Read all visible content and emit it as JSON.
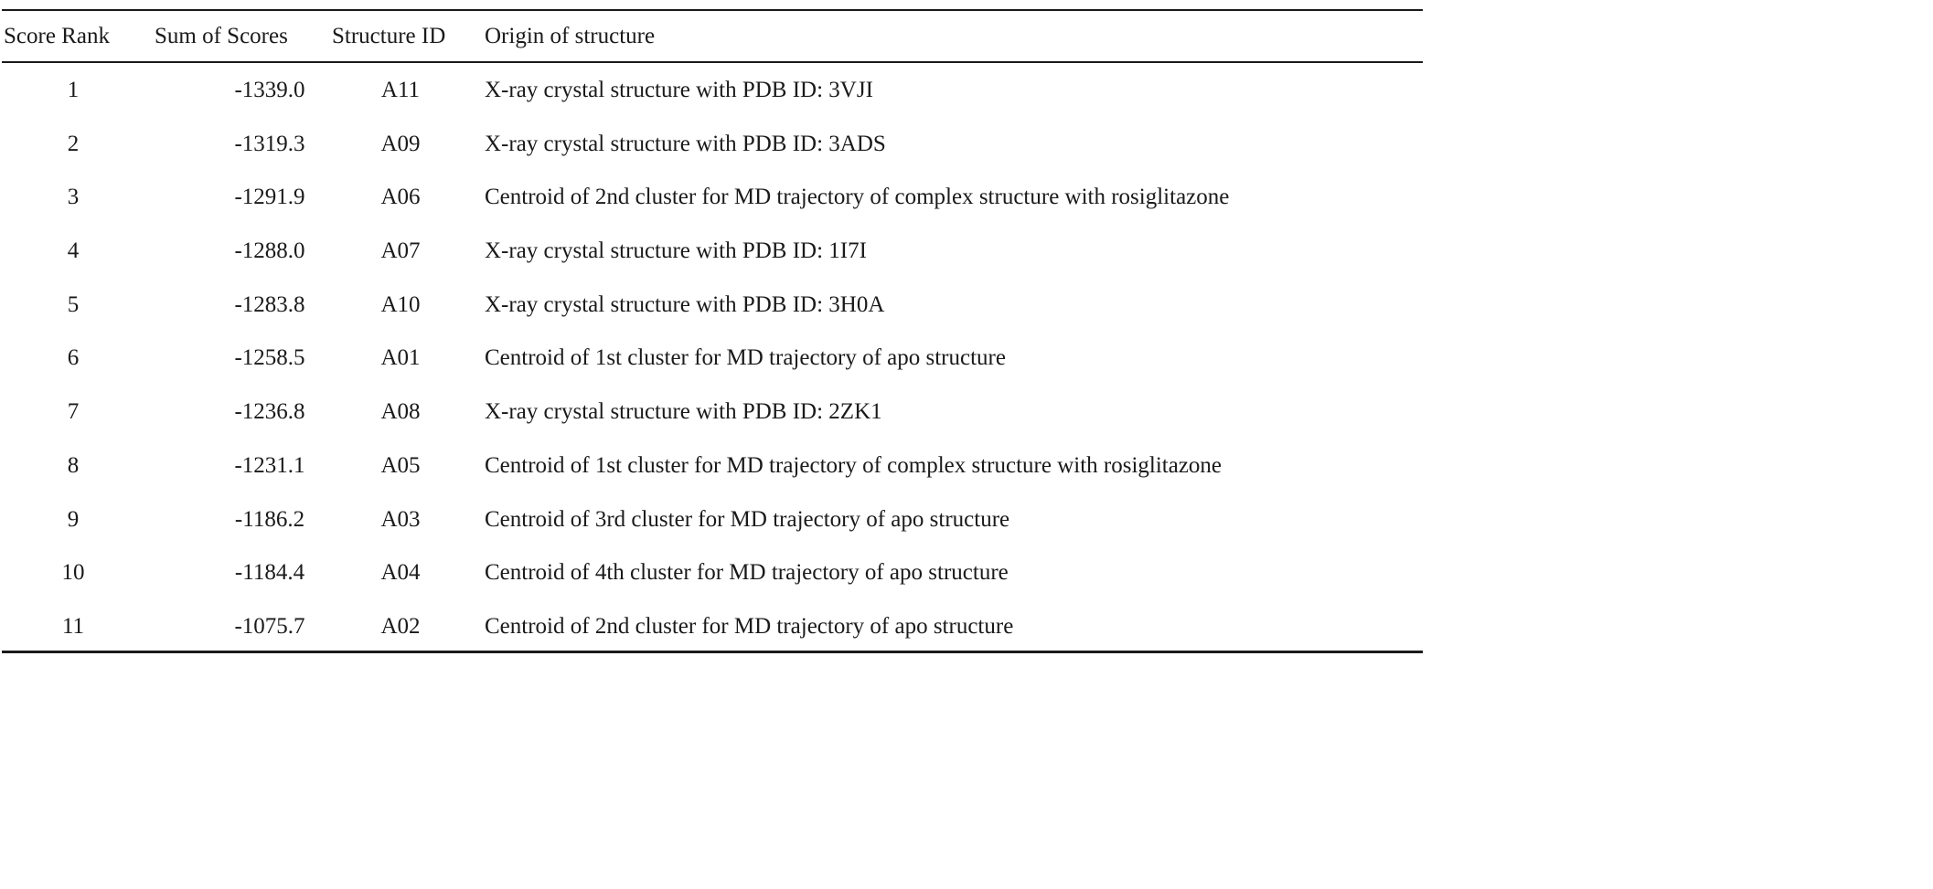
{
  "table": {
    "headers": {
      "rank": "Score Rank",
      "sum": "Sum of Scores",
      "id": "Structure ID",
      "origin": "Origin of structure"
    },
    "rows": [
      {
        "rank": "1",
        "sum": "-1339.0",
        "id": "A11",
        "origin": "X-ray crystal structure with PDB ID: 3VJI"
      },
      {
        "rank": "2",
        "sum": "-1319.3",
        "id": "A09",
        "origin": "X-ray crystal structure with PDB ID: 3ADS"
      },
      {
        "rank": "3",
        "sum": "-1291.9",
        "id": "A06",
        "origin": "Centroid of 2nd cluster for MD trajectory of complex structure with rosiglitazone"
      },
      {
        "rank": "4",
        "sum": "-1288.0",
        "id": "A07",
        "origin": "X-ray crystal structure with PDB ID: 1I7I"
      },
      {
        "rank": "5",
        "sum": "-1283.8",
        "id": "A10",
        "origin": "X-ray crystal structure with PDB ID: 3H0A"
      },
      {
        "rank": "6",
        "sum": "-1258.5",
        "id": "A01",
        "origin": "Centroid of 1st cluster for MD trajectory of apo structure"
      },
      {
        "rank": "7",
        "sum": "-1236.8",
        "id": "A08",
        "origin": "X-ray crystal structure with PDB ID: 2ZK1"
      },
      {
        "rank": "8",
        "sum": "-1231.1",
        "id": "A05",
        "origin": "Centroid of 1st cluster for MD trajectory of complex structure with rosiglitazone"
      },
      {
        "rank": "9",
        "sum": "-1186.2",
        "id": "A03",
        "origin": "Centroid of 3rd cluster for MD trajectory of apo structure"
      },
      {
        "rank": "10",
        "sum": "-1184.4",
        "id": "A04",
        "origin": "Centroid of 4th cluster for MD trajectory of apo structure"
      },
      {
        "rank": "11",
        "sum": "-1075.7",
        "id": "A02",
        "origin": "Centroid of 2nd cluster for MD trajectory of apo structure"
      }
    ]
  }
}
